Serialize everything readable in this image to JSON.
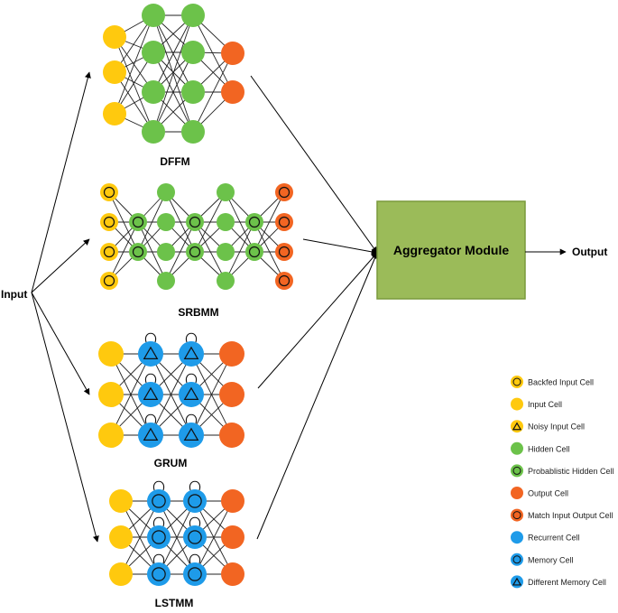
{
  "input_label": "Input",
  "output_label": "Output",
  "aggregator_label": "Aggregator Module",
  "networks": {
    "dffm": {
      "label": "DFFM"
    },
    "srbmm": {
      "label": "SRBMM"
    },
    "grum": {
      "label": "GRUM"
    },
    "lstmm": {
      "label": "LSTMM"
    }
  },
  "legend": [
    {
      "label": "Backfed Input Cell",
      "fill": "#FFC90E",
      "mark": "circle"
    },
    {
      "label": "Input Cell",
      "fill": "#FFC90E",
      "mark": "none"
    },
    {
      "label": "Noisy Input Cell",
      "fill": "#FFC90E",
      "mark": "triangle"
    },
    {
      "label": "Hidden Cell",
      "fill": "#6CC24A",
      "mark": "none"
    },
    {
      "label": "Probablistic Hidden Cell",
      "fill": "#6CC24A",
      "mark": "circle"
    },
    {
      "label": "Output Cell",
      "fill": "#F26522",
      "mark": "none"
    },
    {
      "label": "Match Input Output Cell",
      "fill": "#F26522",
      "mark": "circle"
    },
    {
      "label": "Recurrent Cell",
      "fill": "#1E9BE9",
      "mark": "none"
    },
    {
      "label": "Memory Cell",
      "fill": "#1E9BE9",
      "mark": "circle"
    },
    {
      "label": "Different Memory Cell",
      "fill": "#1E9BE9",
      "mark": "triangle"
    }
  ],
  "colors": {
    "input": "#FFC90E",
    "hidden": "#6CC24A",
    "output": "#F26522",
    "recurrent": "#1E9BE9",
    "aggregator_fill": "#9BBB59",
    "aggregator_border": "#7A9A3C",
    "edge": "#222222"
  }
}
